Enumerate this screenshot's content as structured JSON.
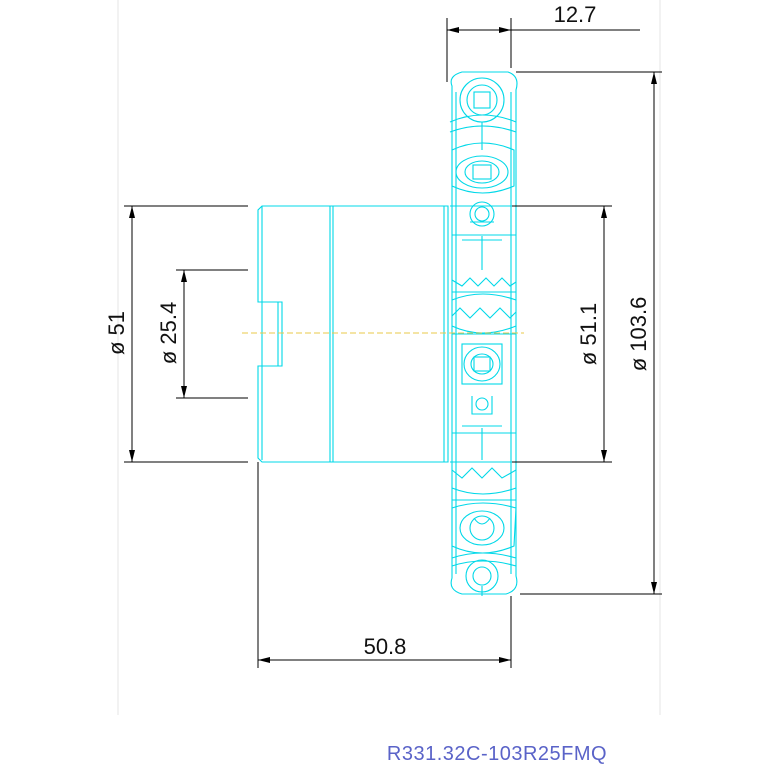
{
  "drawing": {
    "colors": {
      "part": "#00d8e8",
      "dimension": "#000000",
      "centerline": "#e8c84a",
      "part_number": "#5a63c8",
      "border": "#e6e6e6"
    },
    "dimensions": {
      "flange_width": "12.7",
      "total_length": "50.8",
      "outer_diameter": "ø 51",
      "bore_diameter": "ø 25.4",
      "body_diameter": "ø 51.1",
      "cutting_diameter": "ø 103.6"
    },
    "part_number": "R331.32C-103R25FMQ"
  }
}
